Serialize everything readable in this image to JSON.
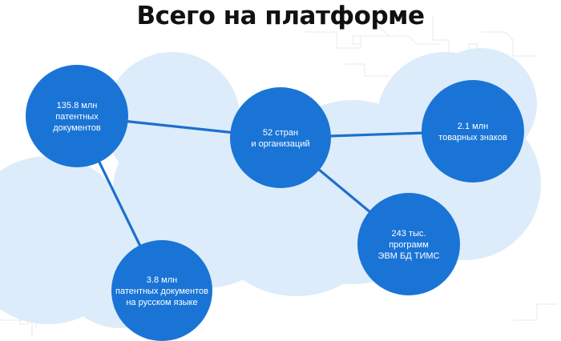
{
  "title": "Всего на платформе",
  "colors": {
    "node": "#1a74d6",
    "link": "#1e6fcc",
    "cloud": "#dcecfa",
    "pattern": "#e6e6e6",
    "title": "#111111"
  },
  "nodes": [
    {
      "id": "patents",
      "lines": [
        "135.8 млн",
        "патентных",
        "документов"
      ]
    },
    {
      "id": "countries",
      "lines": [
        "52 стран",
        "и организаций"
      ]
    },
    {
      "id": "trademarks",
      "lines": [
        "2.1 млн",
        "товарных знаков"
      ]
    },
    {
      "id": "programs",
      "lines": [
        "243 тыс.",
        "программ",
        "ЭВМ БД ТИМС"
      ]
    },
    {
      "id": "russian-docs",
      "lines": [
        "3.8 млн",
        "патентных документов",
        "на русском языке"
      ]
    }
  ]
}
